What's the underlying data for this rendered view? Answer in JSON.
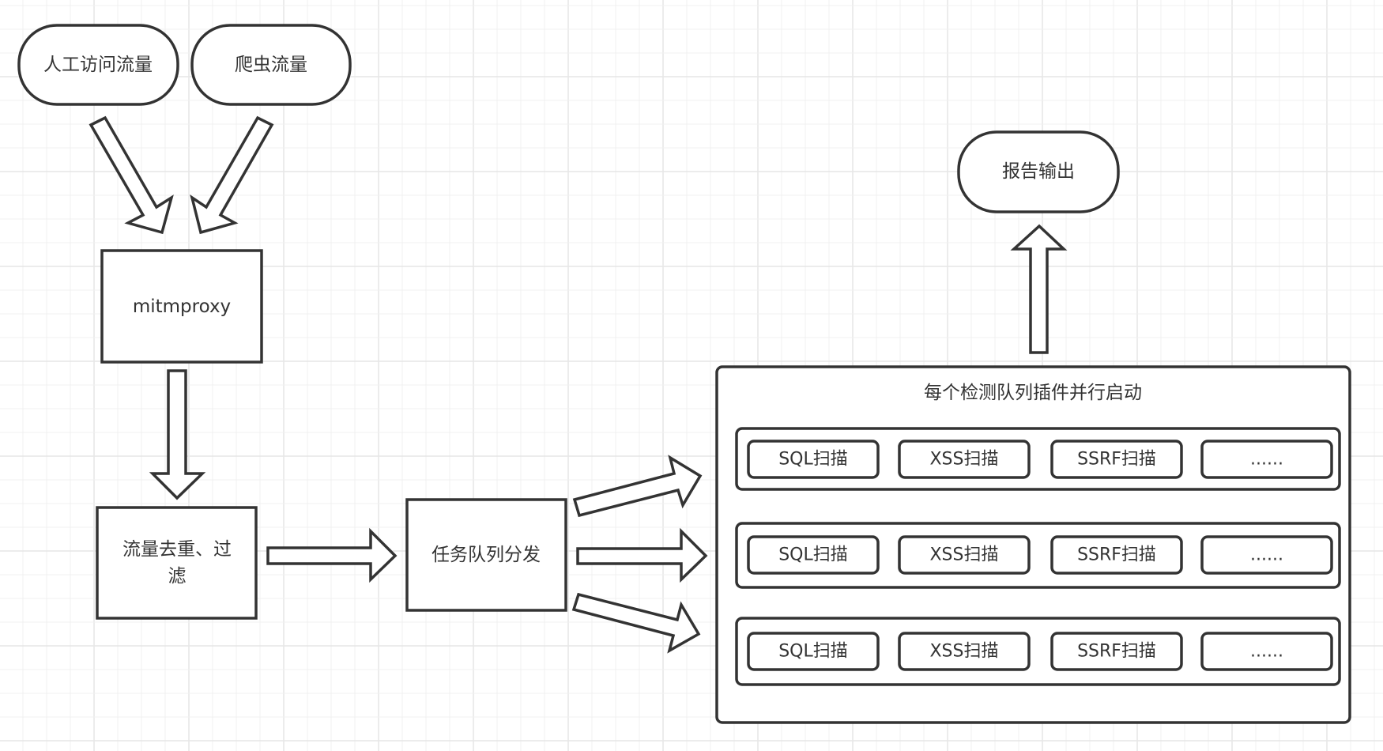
{
  "diagram": {
    "sources": {
      "manual_traffic": "人工访问流量",
      "crawler_traffic": "爬虫流量"
    },
    "proxy": "mitmproxy",
    "dedupe_filter": {
      "line1": "流量去重、过",
      "line2": "滤"
    },
    "task_dispatch": "任务队列分发",
    "plugin_container": {
      "title": "每个检测队列插件并行启动",
      "queues": [
        {
          "plugins": [
            "SQL扫描",
            "XSS扫描",
            "SSRF扫描",
            "......"
          ]
        },
        {
          "plugins": [
            "SQL扫描",
            "XSS扫描",
            "SSRF扫描",
            "......"
          ]
        },
        {
          "plugins": [
            "SQL扫描",
            "XSS扫描",
            "SSRF扫描",
            "......"
          ]
        }
      ]
    },
    "report_output": "报告输出",
    "colors": {
      "stroke": "#333333",
      "fill": "#ffffff",
      "grid": "#eeeeee"
    }
  }
}
